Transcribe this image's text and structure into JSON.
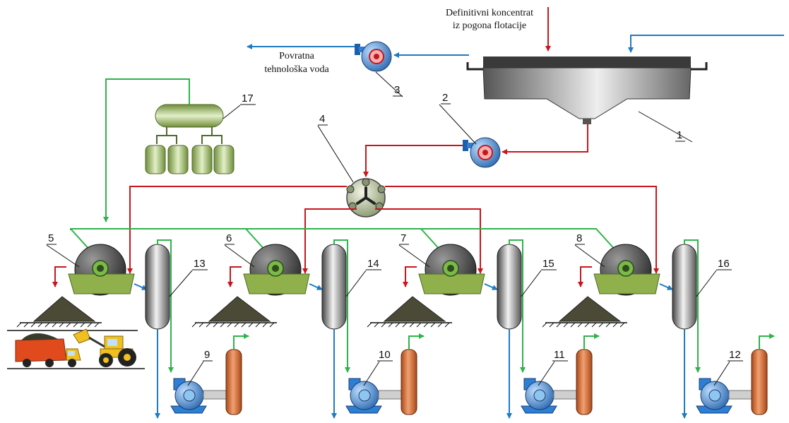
{
  "texts": {
    "concentrate_line1": "Definitivni koncentrat",
    "concentrate_line2": "iz pogona flotacije",
    "water_line1": "Povratna",
    "water_line2": "tehnološka voda"
  },
  "labels": [
    "1",
    "2",
    "3",
    "4",
    "5",
    "6",
    "7",
    "8",
    "9",
    "10",
    "11",
    "12",
    "13",
    "14",
    "15",
    "16",
    "17"
  ],
  "colors": {
    "concentrate_line": "#c8161d",
    "air_line": "#2fb34a",
    "water_line": "#1f7bc4",
    "filter_body": "#8fb04a",
    "drum": "#333333",
    "pump": "#2c7fd4",
    "column": "#cf6a2a",
    "receiver": "#9a9a9a"
  },
  "icons": {
    "thickener": "thickener-icon",
    "slurry_pump": "slurry-pump-icon",
    "distributor": "distributor-icon",
    "disc_filter": "disc-filter-icon",
    "receiver": "receiver-icon",
    "vacuum_pump": "vacuum-pump-icon",
    "separator_column": "separator-column-icon",
    "compressor_tank": "compressor-tank-icon",
    "truck": "truck-icon",
    "loader": "loader-icon"
  }
}
